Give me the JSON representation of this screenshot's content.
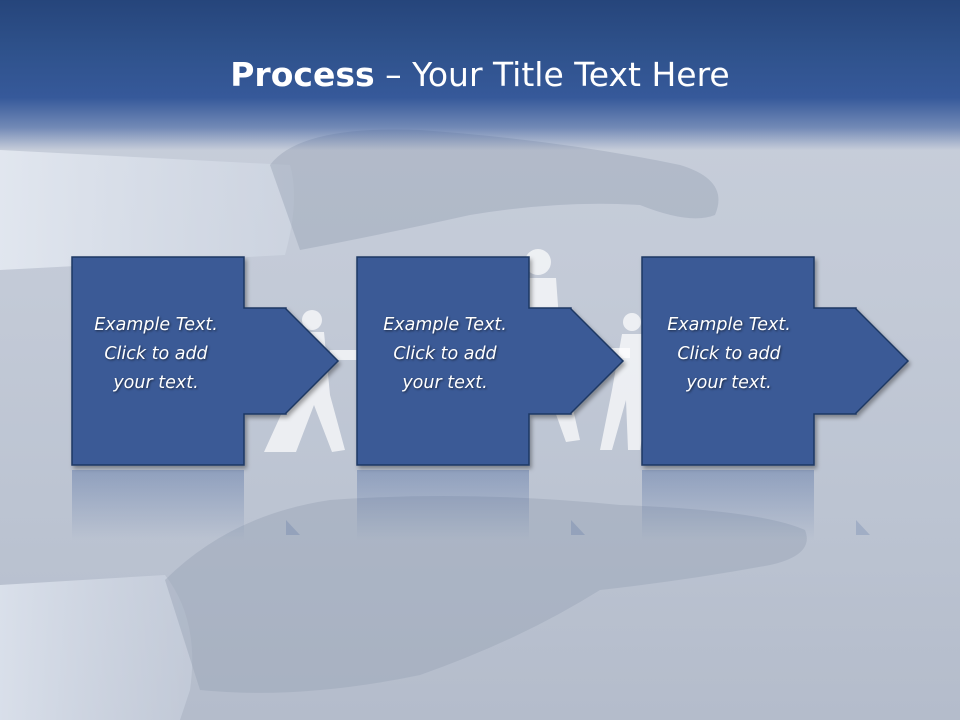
{
  "title": {
    "bold": "Process",
    "rest": " – Your Title Text Here"
  },
  "steps": [
    {
      "lines": [
        "Example Text.",
        "Click  to add",
        "your text."
      ]
    },
    {
      "lines": [
        "Example Text.",
        "Click  to add",
        "your text."
      ]
    },
    {
      "lines": [
        "Example Text.",
        "Click  to add",
        "your text."
      ]
    }
  ],
  "colors": {
    "header": "#2f528c",
    "box_fill": "#3a5a96",
    "box_stroke": "#1e3764",
    "text": "#ffffff"
  }
}
